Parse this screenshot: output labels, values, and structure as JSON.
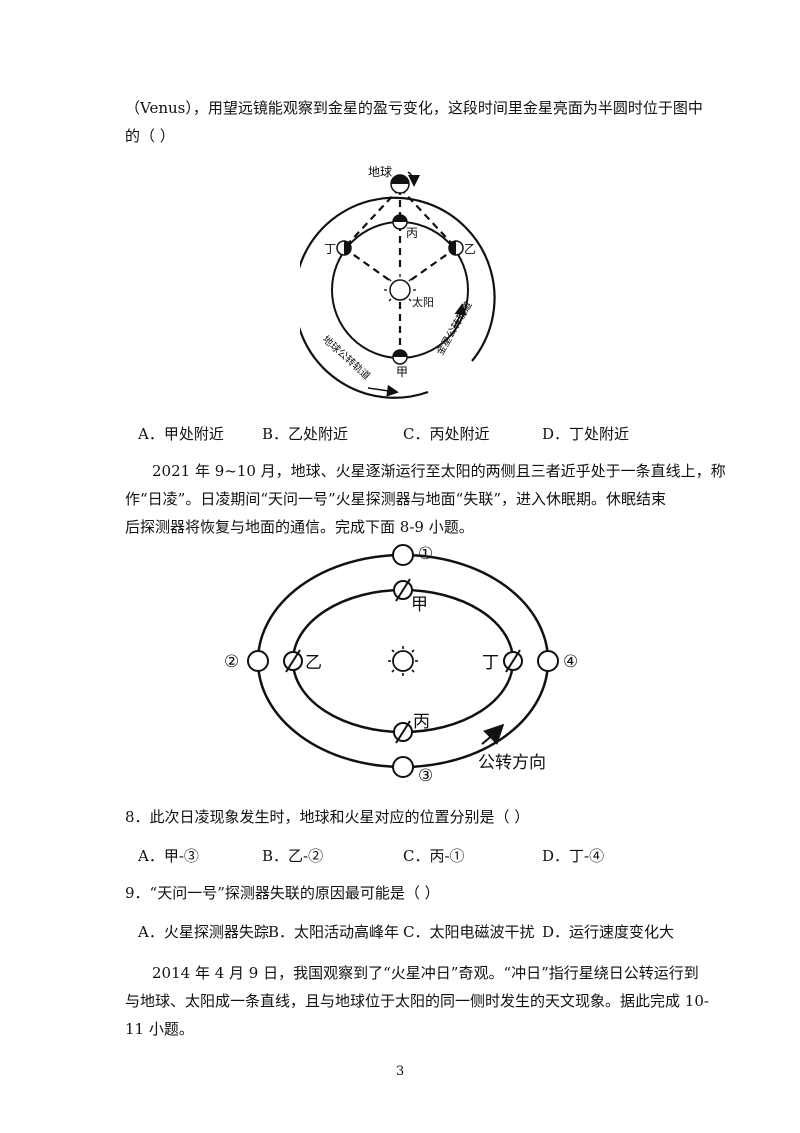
{
  "q7": {
    "line1": "（Venus），用望远镜能观察到金星的盈亏变化，这段时间里金星亮面为半圆时位于图中",
    "line2": "的（    ）",
    "diagram": {
      "earth": "地球",
      "jia": "甲",
      "yi": "乙",
      "bing": "丙",
      "ding": "丁",
      "sun": "太阳",
      "earth_orbit": "地球公转轨道",
      "venus_orbit": "金星公转轨道"
    },
    "options": [
      "A．甲处附近",
      "B．乙处附近",
      "C．丙处附近",
      "D．丁处附近"
    ]
  },
  "passage1": {
    "line1": "2021 年 9~10 月，地球、火星逐渐运行至太阳的两侧且三者近乎处于一条直线上，称",
    "line2": "作“日凌”。日凌期间“天问一号”火星探测器与地面“失联”，进入休眠期。休眠结束",
    "line3": "后探测器将恢复与地面的通信。完成下面 8-9 小题。"
  },
  "diagram2": {
    "pos1": "①",
    "pos2": "②",
    "pos3": "③",
    "pos4": "④",
    "jia": "甲",
    "yi": "乙",
    "bing": "丙",
    "ding": "丁",
    "direction": "公转方向"
  },
  "q8": {
    "stem": "8．此次日凌现象发生时，地球和火星对应的位置分别是（    ）",
    "options": [
      "A．甲-③",
      "B．乙-②",
      "C．丙-①",
      "D．丁-④"
    ]
  },
  "q9": {
    "stem": "9．“天问一号”探测器失联的原因最可能是（    ）",
    "options": [
      "A．火星探测器失踪",
      "B．太阳活动高峰年",
      "C．太阳电磁波干扰",
      "D．运行速度变化大"
    ]
  },
  "passage2": {
    "line1": "2014 年 4 月 9 日，我国观察到了“火星冲日”奇观。“冲日”指行星绕日公转运行到",
    "line2": "与地球、太阳成一条直线，且与地球位于太阳的同一侧时发生的天文现象。据此完成 10-",
    "line3": "11 小题。"
  },
  "footer": {
    "page_number": "3"
  }
}
